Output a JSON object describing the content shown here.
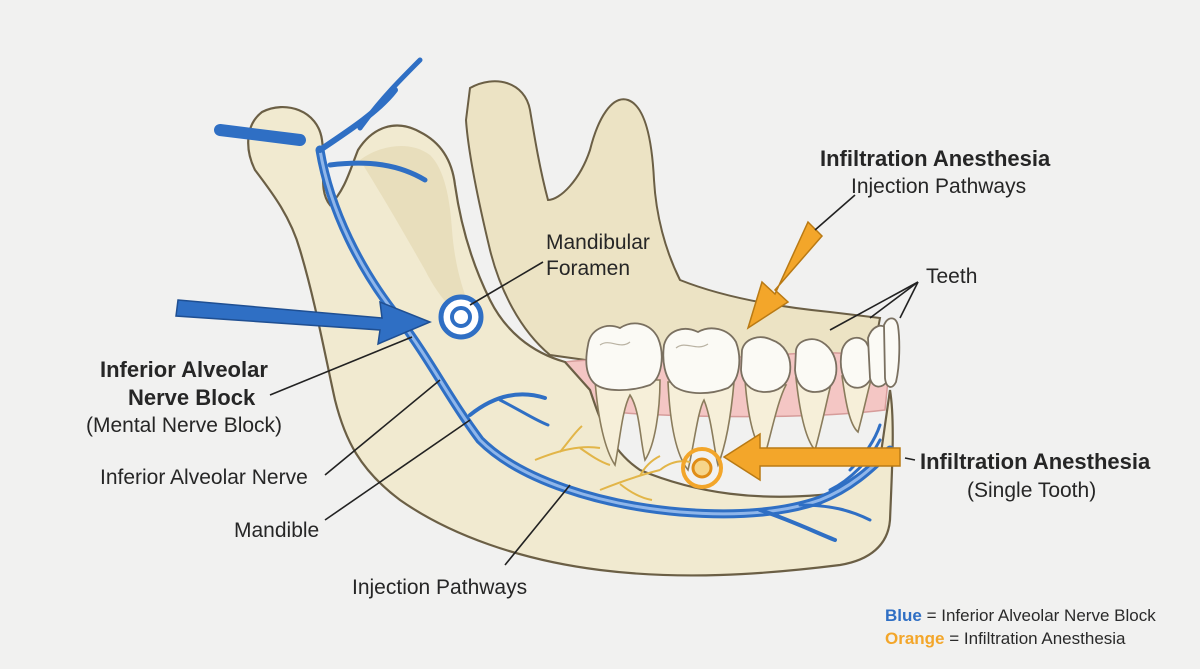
{
  "labels": {
    "infiltration_top_title": "Infiltration Anesthesia",
    "infiltration_top_sub": "Injection Pathways",
    "mandibular_foramen_1": "Mandibular",
    "mandibular_foramen_2": "Foramen",
    "teeth": "Teeth",
    "ian_block_1": "Inferior Alveolar",
    "ian_block_2": "Nerve Block",
    "ian_block_sub": "(Mental Nerve Block)",
    "inferior_alveolar_nerve": "Inferior Alveolar Nerve",
    "mandible": "Mandible",
    "injection_pathways": "Injection Pathways",
    "infiltration_single_title": "Infiltration Anesthesia",
    "infiltration_single_sub": "(Single Tooth)"
  },
  "legend": {
    "blue_key": "Blue",
    "blue_text": " = Inferior Alveolar Nerve Block",
    "orange_key": "Orange",
    "orange_text": " = Infiltration Anesthesia"
  },
  "colors": {
    "blue": "#2f6fc4",
    "orange": "#f3a62a",
    "bone": "#f1ead0",
    "bone_shadow": "#e0d4ae",
    "gum": "#f4c6c4",
    "nerve_yellow": "#e2b548"
  }
}
